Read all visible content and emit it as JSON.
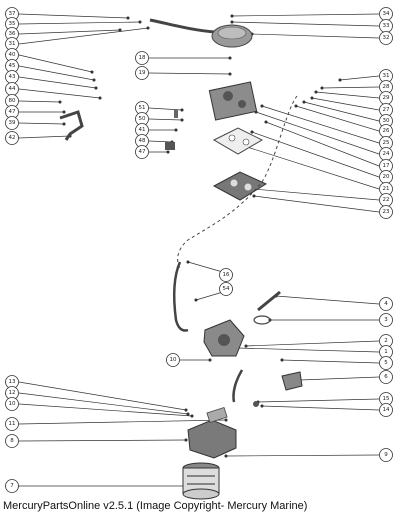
{
  "callouts_left": [
    "37",
    "35",
    "36",
    "31",
    "40",
    "45",
    "43",
    "44",
    "80",
    "47",
    "39",
    "42",
    "13",
    "12",
    "10",
    "11",
    "8",
    "7"
  ],
  "callouts_right": [
    "34",
    "33",
    "32",
    "31",
    "28",
    "29",
    "27",
    "30",
    "26",
    "25",
    "24",
    "17",
    "20",
    "21",
    "22",
    "23",
    "4",
    "3",
    "2",
    "1",
    "5",
    "6",
    "15",
    "14",
    "9"
  ],
  "callouts_center": [
    "18",
    "19",
    "51",
    "50",
    "41",
    "48",
    "47",
    "16",
    "54",
    "10"
  ],
  "caption": "MercuryPartsOnline v2.5.1 (Image Copyright- Mercury Marine)",
  "colors": {
    "line": "#333333",
    "ink": "#222222",
    "part_fill": "#9a9a9a",
    "part_dark": "#444444"
  }
}
